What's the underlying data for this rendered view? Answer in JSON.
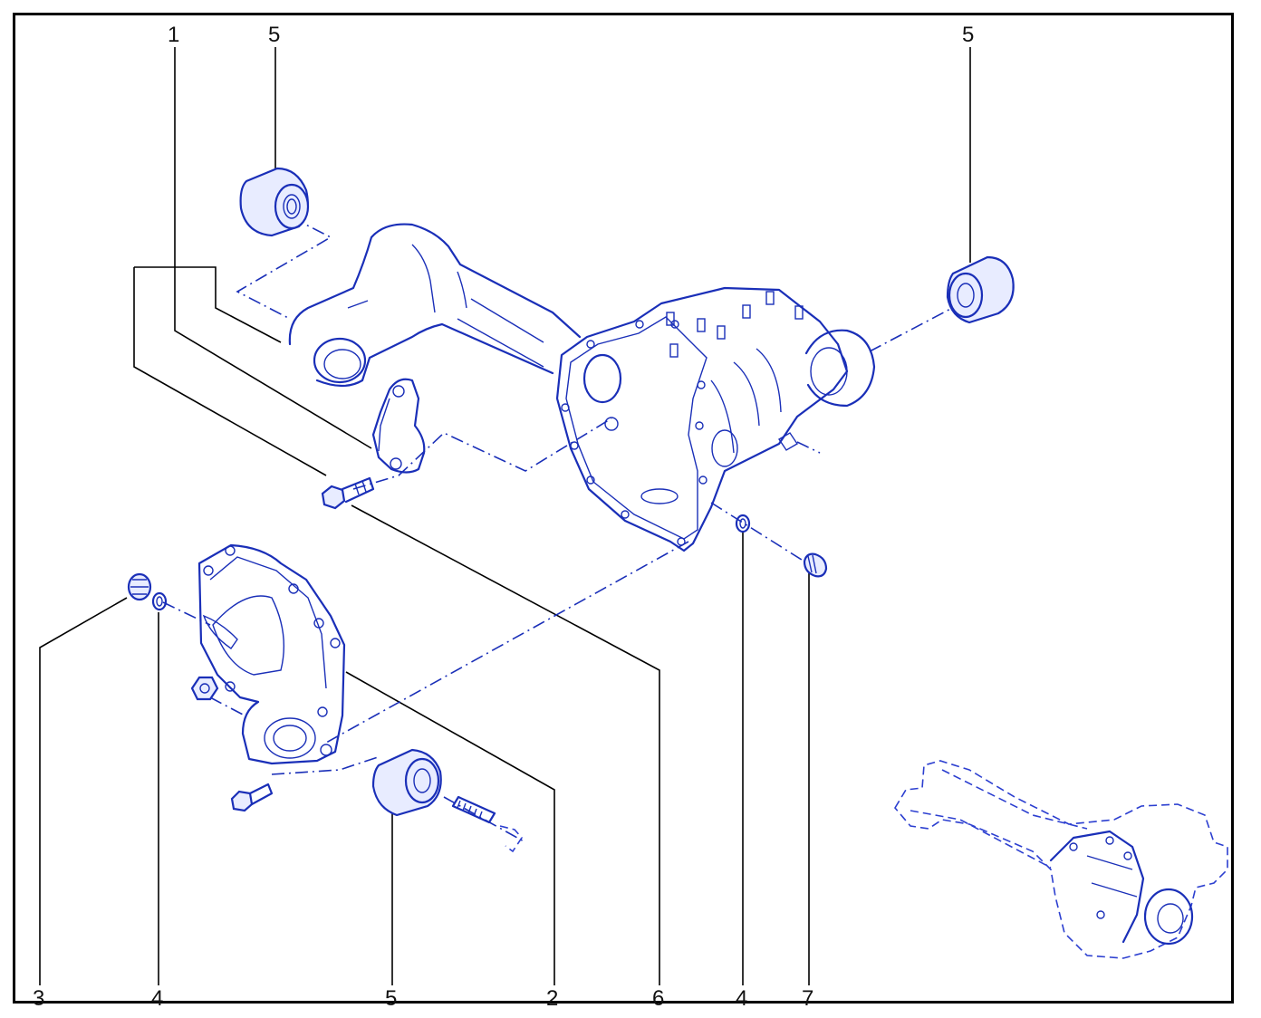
{
  "callouts": {
    "top_1": "1",
    "top_5_left": "5",
    "top_5_right": "5",
    "bottom_3": "3",
    "bottom_4_left": "4",
    "bottom_5": "5",
    "bottom_2": "2",
    "bottom_6": "6",
    "bottom_4_right": "4",
    "bottom_7": "7"
  },
  "colors": {
    "line_art": "#1a2fb8",
    "leader": "#000000",
    "frame": "#000000"
  }
}
